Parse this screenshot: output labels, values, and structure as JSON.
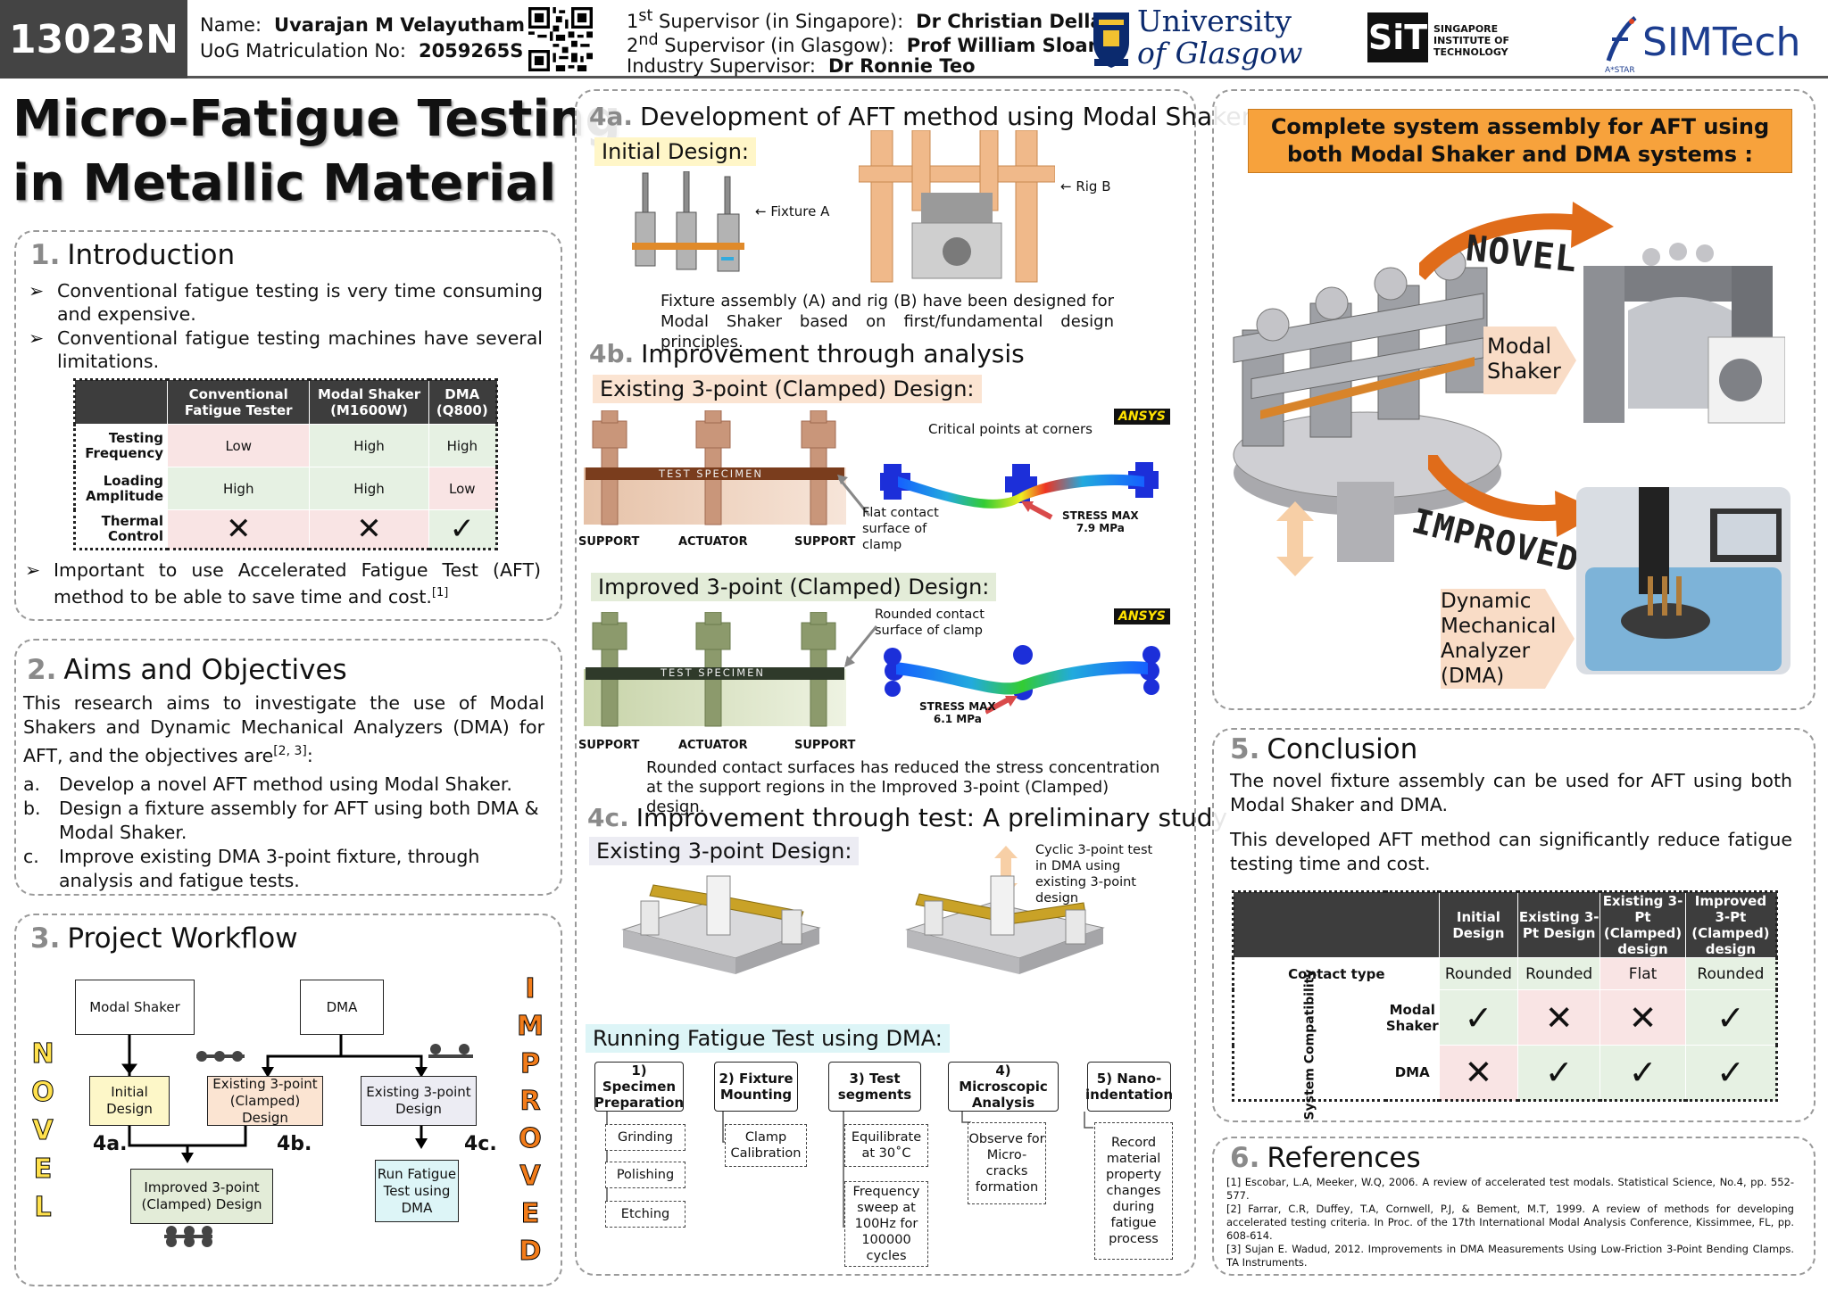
{
  "header": {
    "poster_id": "13023N",
    "name_label": "Name:",
    "name_value": "Uvarajan M Velayutham",
    "matric_label": "UoG Matriculation No:",
    "matric_value": "2059265S",
    "sup1_sup": "st",
    "sup1_label": "Supervisor (in Singapore):",
    "sup1_value": "Dr Christian Della",
    "sup2_sup": "nd",
    "sup2_label": "Supervisor (in Glasgow):",
    "sup2_value": "Prof William Sloan",
    "ind_label": "Industry Supervisor:",
    "ind_value": "Dr Ronnie Teo",
    "uog_line1": "University",
    "uog_line2": "of Glasgow",
    "sit_logo": "SiT",
    "sit_name": "SINGAPORE INSTITUTE OF TECHNOLOGY",
    "simtech": "SIMTech",
    "astar": "A*STAR"
  },
  "title": {
    "line1": "Micro-Fatigue Testing",
    "line2": "in Metallic Material"
  },
  "intro": {
    "num": "1.",
    "title": "Introduction",
    "b1": "Conventional fatigue testing is very time consuming and expensive.",
    "b2": "Conventional fatigue testing machines have several limitations.",
    "b3": "Important to use Accelerated Fatigue Test (AFT) method to be able to save time and cost.",
    "b3_ref": "[1]",
    "table": {
      "headers": [
        "Conventional Fatigue Tester",
        "Modal Shaker (M1600W)",
        "DMA (Q800)"
      ],
      "rows": [
        {
          "label": "Testing Frequency",
          "cells": [
            "Low",
            "High",
            "High"
          ]
        },
        {
          "label": "Loading Amplitude",
          "cells": [
            "High",
            "High",
            "Low"
          ]
        },
        {
          "label": "Thermal Control",
          "cells": [
            "✕",
            "✕",
            "✓"
          ]
        }
      ]
    }
  },
  "aims": {
    "num": "2.",
    "title": "Aims and Objectives",
    "text": "This research aims to investigate the use of Modal Shakers and Dynamic Mechanical Analyzers (DMA) for AFT, and the objectives are",
    "ref": "[2, 3]",
    "colon": ":",
    "items": [
      {
        "letter": "a.",
        "text": "Develop a novel AFT method using Modal Shaker."
      },
      {
        "letter": "b.",
        "text": "Design a fixture assembly for AFT using both DMA & Modal Shaker."
      },
      {
        "letter": "c.",
        "text": "Improve existing DMA 3-point fixture, through analysis and fatigue tests."
      }
    ]
  },
  "workflow": {
    "num": "3.",
    "title": "Project Workflow",
    "modal": "Modal Shaker",
    "dma": "DMA",
    "initial": "Initial Design",
    "existing_clamped": "Existing 3-point (Clamped) Design",
    "existing": "Existing 3-point Design",
    "improved": "Improved 3-point (Clamped) Design",
    "run": "Run Fatigue Test using DMA",
    "l4a": "4a.",
    "l4b": "4b.",
    "l4c": "4c.",
    "novel": [
      "N",
      "O",
      "V",
      "E",
      "L"
    ],
    "improved_v": [
      "I",
      "M",
      "P",
      "R",
      "O",
      "V",
      "E",
      "D"
    ]
  },
  "s4a": {
    "num": "4a.",
    "title": "Development of AFT method using Modal Shaker",
    "initial": "Initial Design:",
    "fixA": "← Fixture A",
    "rigB": "← Rig B",
    "caption": "Fixture assembly (A) and rig (B) have been designed for Modal Shaker based on first/fundamental design principles."
  },
  "s4b": {
    "num": "4b.",
    "title": "Improvement through analysis",
    "existing": "Existing 3-point (Clamped) Design:",
    "improved": "Improved 3-point (Clamped) Design:",
    "specimen": "TEST SPECIMEN",
    "support": "SUPPORT",
    "actuator": "ACTUATOR",
    "ansys": "ANSYS",
    "critical": "Critical points at corners",
    "flat": "Flat contact surface of clamp",
    "stress1_label": "STRESS MAX",
    "stress1_val": "7.9 MPa",
    "rounded": "Rounded contact surface of clamp",
    "stress2_label": "STRESS MAX",
    "stress2_val": "6.1 MPa",
    "caption": "Rounded contact surfaces has reduced the stress concentration at the support regions in the Improved 3-point (Clamped) design."
  },
  "s4c": {
    "num": "4c.",
    "title": "Improvement through test: A preliminary study",
    "existing": "Existing 3-point Design:",
    "cyclic": "Cyclic 3-point test in DMA using existing 3-point design",
    "running": "Running Fatigue Test using DMA:",
    "steps": [
      {
        "title": "1) Specimen Preparation",
        "subs": [
          "Grinding",
          "Polishing",
          "Etching"
        ]
      },
      {
        "title": "2) Fixture Mounting",
        "subs": [
          "Clamp Calibration"
        ]
      },
      {
        "title": "3) Test segments",
        "subs": [
          "Equilibrate at 30˚C",
          "Frequency sweep at 100Hz for 100000 cycles"
        ]
      },
      {
        "title": "4) Microscopic Analysis",
        "subs": [
          "Observe for Micro-cracks formation"
        ]
      },
      {
        "title": "5) Nano-indentation",
        "subs": [
          "Record material property changes during fatigue process"
        ]
      }
    ]
  },
  "assembly": {
    "title": "Complete system assembly for AFT using both Modal Shaker and DMA systems :",
    "novel": "NOVEL",
    "improved": "IMPROVED",
    "modal": "Modal Shaker",
    "dma": "Dynamic Mechanical Analyzer (DMA)"
  },
  "conclusion": {
    "num": "5.",
    "title": "Conclusion",
    "p1": "The novel fixture assembly can be used for AFT using both Modal Shaker and DMA.",
    "p2": "This developed AFT method can significantly reduce fatigue testing time and cost.",
    "table": {
      "headers": [
        "Initial Design",
        "Existing 3-Pt Design",
        "Existing 3-Pt (Clamped) design",
        "Improved 3-Pt (Clamped) design"
      ],
      "contact_label": "Contact type",
      "contact": [
        "Rounded",
        "Rounded",
        "Flat",
        "Rounded"
      ],
      "sys_label": "System Compatibility",
      "modal_label": "Modal Shaker",
      "modal": [
        "✓",
        "✕",
        "✕",
        "✓"
      ],
      "dma_label": "DMA",
      "dma": [
        "✕",
        "✓",
        "✓",
        "✓"
      ]
    }
  },
  "references": {
    "num": "6.",
    "title": "References",
    "items": [
      "[1] Escobar, L.A, Meeker, W.Q, 2006. A review of accelerated test modals. Statistical Science, No.4, pp. 552-577.",
      "[2] Farrar, C.R, Duffey, T.A, Cornwell, P.J, & Bement, M.T, 1999. A review of methods for developing accelerated testing criteria. In Proc. of the 17th International Modal Analysis Conference, Kissimmee, FL, pp. 608-614.",
      "[3] Sujan E. Wadud, 2012. Improvements in DMA Measurements Using Low-Friction 3-Point Bending Clamps. TA Instruments."
    ]
  },
  "colors": {
    "accent_orange": "#f7a23c",
    "yellow_hl": "#fff6c8",
    "peach_hl": "#fbe4d2",
    "green_hl": "#e3ecd8",
    "grey_hl": "#ececf0",
    "dark_header": "#3d3d3d"
  }
}
